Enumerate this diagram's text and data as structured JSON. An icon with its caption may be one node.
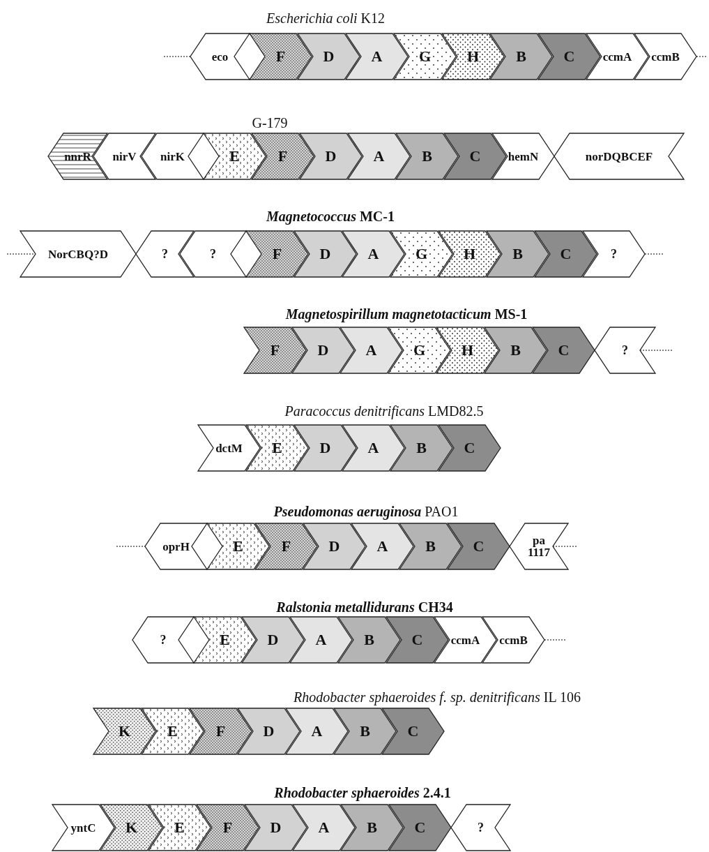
{
  "diagram": {
    "nodes": [
      {
        "text": [
          "eco"
        ]
      },
      {
        "text": [
          "F"
        ]
      },
      {
        "text": [
          "D"
        ]
      },
      {
        "text": [
          "A"
        ]
      },
      {
        "text": [
          "G"
        ]
      },
      {
        "text": [
          "H"
        ]
      },
      {
        "text": [
          "B"
        ]
      },
      {
        "text": [
          "C"
        ]
      },
      {
        "text": [
          "ccmA"
        ]
      },
      {
        "text": [
          "ccmB"
        ]
      },
      {
        "text": [
          "nnrR"
        ]
      },
      {
        "text": [
          "nirV"
        ]
      },
      {
        "text": [
          "nirK"
        ]
      },
      {
        "text": [
          "E"
        ]
      },
      {
        "text": [
          "F"
        ]
      },
      {
        "text": [
          "D"
        ]
      },
      {
        "text": [
          "A"
        ]
      },
      {
        "text": [
          "B"
        ]
      },
      {
        "text": [
          "C"
        ]
      },
      {
        "text": [
          "hemN"
        ]
      },
      {
        "text": [
          "norDQBCEF"
        ]
      },
      {
        "text": [
          "NorCBQ?D"
        ]
      },
      {
        "text": [
          "?"
        ]
      },
      {
        "text": [
          "?"
        ]
      },
      {
        "text": [
          "F"
        ]
      },
      {
        "text": [
          "D"
        ]
      },
      {
        "text": [
          "A"
        ]
      },
      {
        "text": [
          "G"
        ]
      },
      {
        "text": [
          "H"
        ]
      },
      {
        "text": [
          "B"
        ]
      },
      {
        "text": [
          "C"
        ]
      },
      {
        "text": [
          "?"
        ]
      },
      {
        "text": [
          "F"
        ]
      },
      {
        "text": [
          "D"
        ]
      },
      {
        "text": [
          "A"
        ]
      },
      {
        "text": [
          "G"
        ]
      },
      {
        "text": [
          "H"
        ]
      },
      {
        "text": [
          "B"
        ]
      },
      {
        "text": [
          "C"
        ]
      },
      {
        "text": [
          "?"
        ]
      },
      {
        "text": [
          "dctM"
        ]
      },
      {
        "text": [
          "E"
        ]
      },
      {
        "text": [
          "D"
        ]
      },
      {
        "text": [
          "A"
        ]
      },
      {
        "text": [
          "B"
        ]
      },
      {
        "text": [
          "C"
        ]
      },
      {
        "text": [
          "oprH"
        ]
      },
      {
        "text": [
          "E"
        ]
      },
      {
        "text": [
          "F"
        ]
      },
      {
        "text": [
          "D"
        ]
      },
      {
        "text": [
          "A"
        ]
      },
      {
        "text": [
          "B"
        ]
      },
      {
        "text": [
          "C"
        ]
      },
      {
        "text": [
          "pa 1117"
        ]
      },
      {
        "text": [
          "?"
        ]
      },
      {
        "text": [
          "E"
        ]
      },
      {
        "text": [
          "D"
        ]
      },
      {
        "text": [
          "A"
        ]
      },
      {
        "text": [
          "B"
        ]
      },
      {
        "text": [
          "C"
        ]
      },
      {
        "text": [
          "ccmA"
        ]
      },
      {
        "text": [
          "ccmB"
        ]
      },
      {
        "text": [
          "K"
        ]
      },
      {
        "text": [
          "E"
        ]
      },
      {
        "text": [
          "F"
        ]
      },
      {
        "text": [
          "D"
        ]
      },
      {
        "text": [
          "A"
        ]
      },
      {
        "text": [
          "B"
        ]
      },
      {
        "text": [
          "C"
        ]
      },
      {
        "text": [
          "yntC"
        ]
      },
      {
        "text": [
          "K"
        ]
      },
      {
        "text": [
          "E"
        ]
      },
      {
        "text": [
          "F"
        ]
      },
      {
        "text": [
          "D"
        ]
      },
      {
        "text": [
          "A"
        ]
      },
      {
        "text": [
          "B"
        ]
      },
      {
        "text": [
          "C"
        ]
      },
      {
        "text": [
          "?"
        ]
      }
    ],
    "edges": [
      {
        "from": null,
        "to": 0,
        "arrow": "none",
        "style": "dashed"
      },
      {
        "from": 9,
        "to": null,
        "arrow": "none",
        "style": "dashed"
      },
      {
        "from": null,
        "to": 21,
        "arrow": "none",
        "style": "dashed"
      },
      {
        "from": 31,
        "to": null,
        "arrow": "none",
        "style": "dashed"
      },
      {
        "from": 39,
        "to": null,
        "arrow": "none",
        "style": "dashed"
      },
      {
        "from": null,
        "to": 46,
        "arrow": "none",
        "style": "dashed"
      },
      {
        "from": 53,
        "to": null,
        "arrow": "none",
        "style": "dashed"
      },
      {
        "from": 61,
        "to": null,
        "arrow": "none",
        "style": "dashed"
      }
    ],
    "labels": [
      "*Escherichia coli* K12",
      "G-179",
      "*Magnetococcus* MC-1",
      "*Magnetospirillum magnetotacticum* MS-1",
      "*Paracoccus denitrificans* LMD82.5",
      "*Pseudomonas aeruginosa* PAO1",
      "*Ralstonia metallidurans* CH34",
      "*Rhodobacter sphaeroides f. sp. denitrificans* IL 106",
      "*Rhodobacter sphaeroides* 2.4.1"
    ]
  }
}
